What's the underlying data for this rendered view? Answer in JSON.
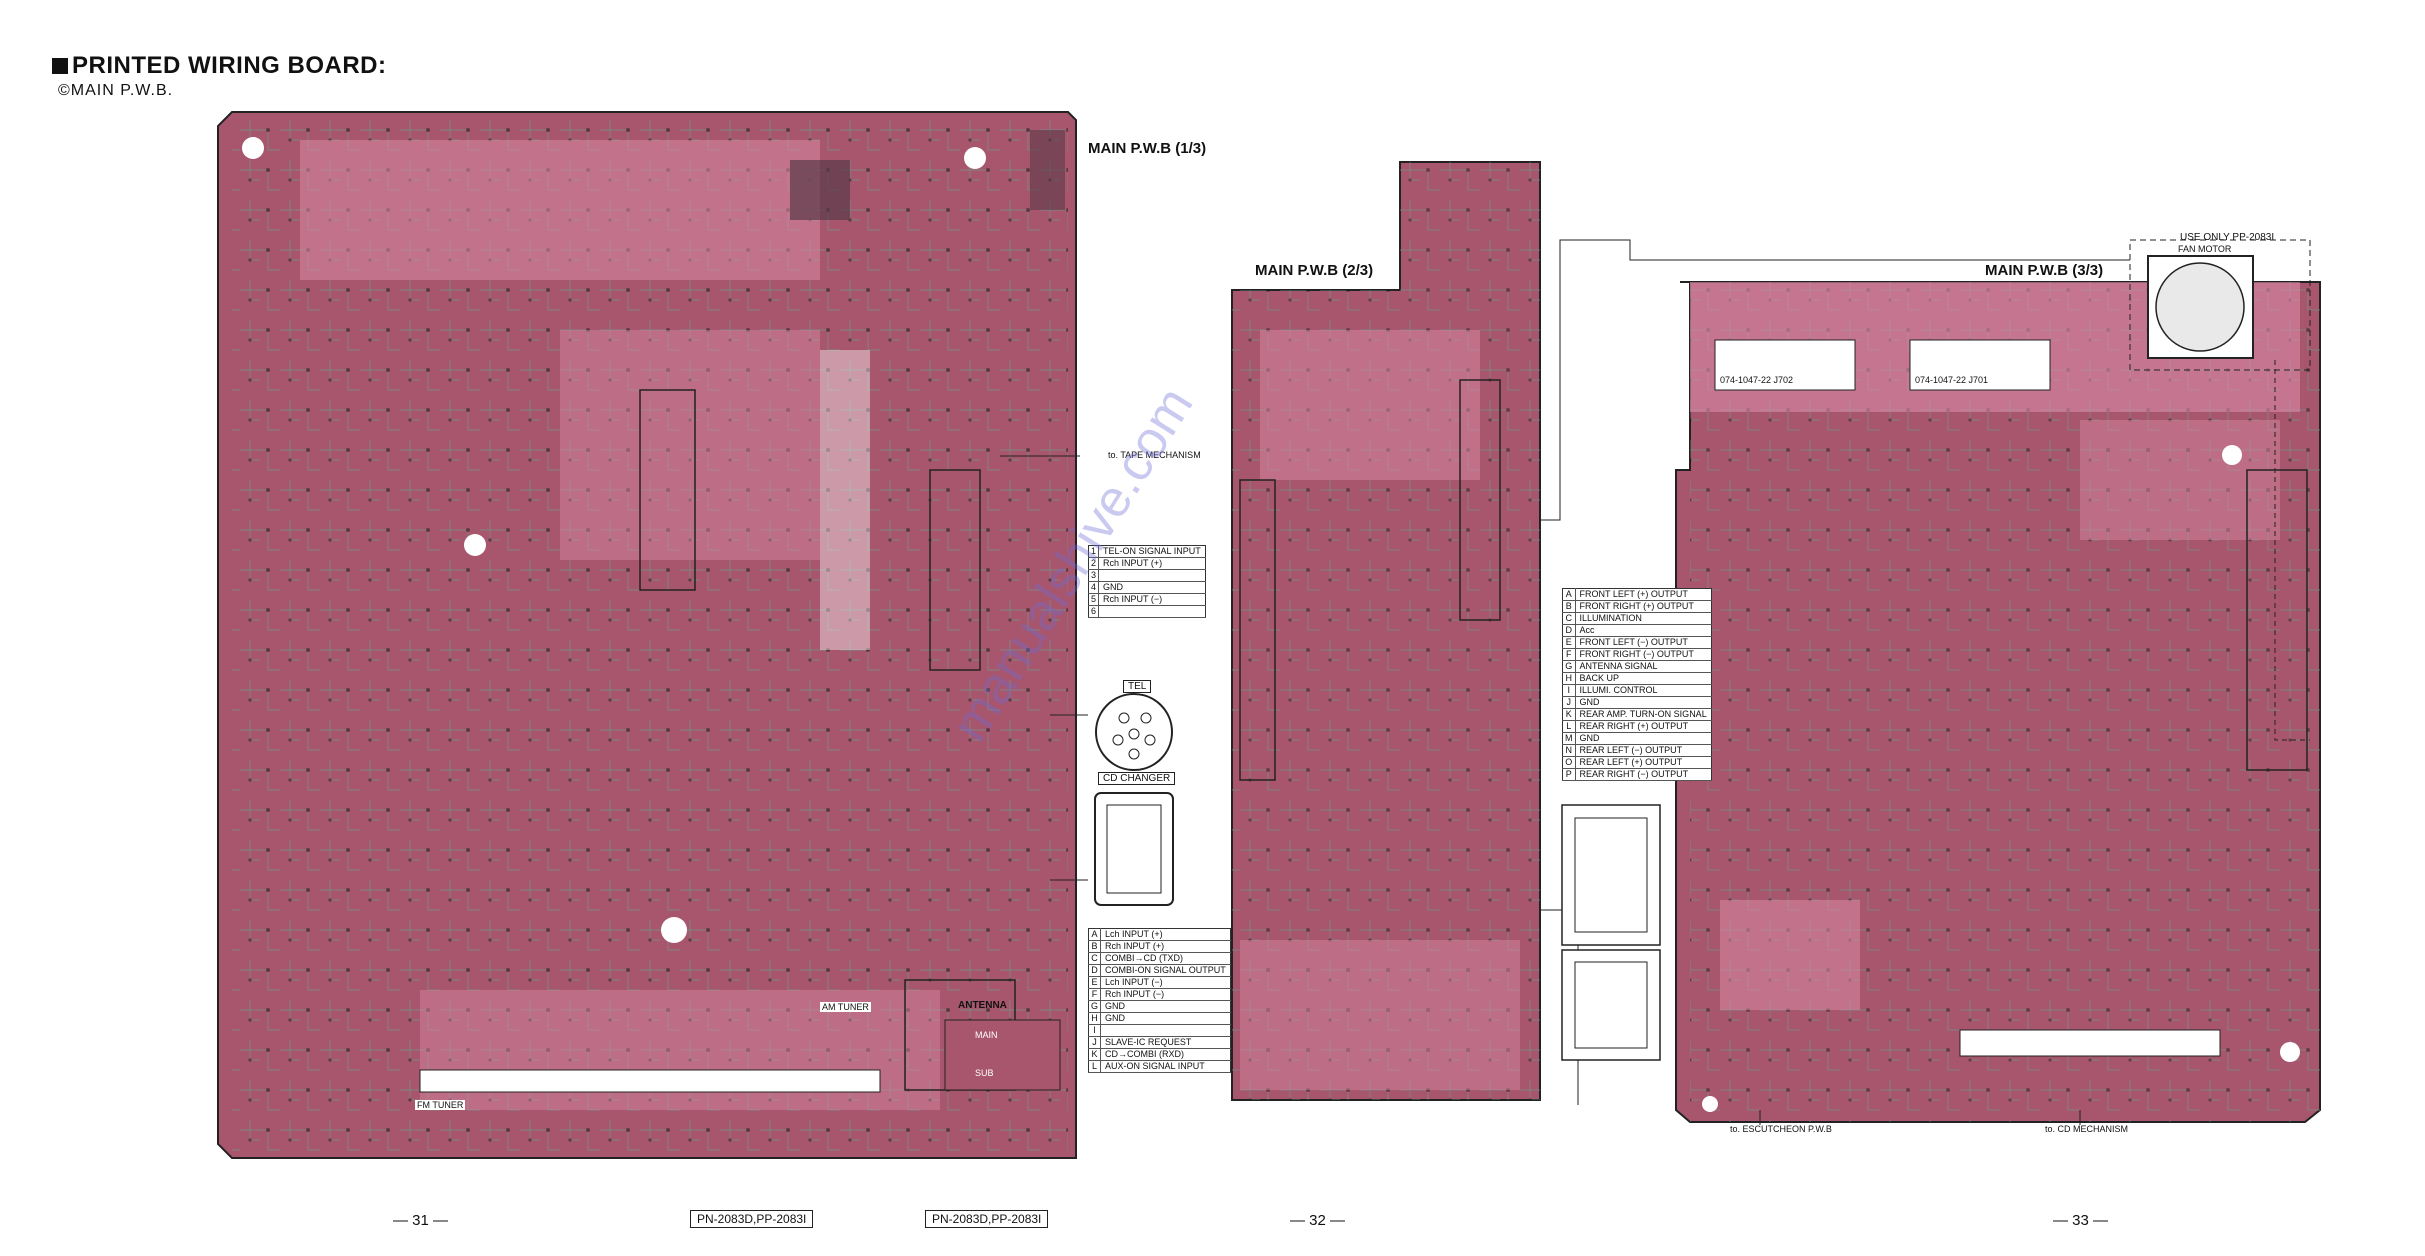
{
  "header": {
    "title": "PRINTED WIRING BOARD:",
    "subtitle": "©MAIN P.W.B."
  },
  "boards": {
    "b1": "MAIN P.W.B (1/3)",
    "b2": "MAIN P.W.B (2/3)",
    "b3": "MAIN P.W.B (3/3)"
  },
  "callouts": {
    "tape": "to. TAPE MECHANISM",
    "escutcheon": "to. ESCUTCHEON P.W.B",
    "cd_mech": "to. CD MECHANISM",
    "use_only": "USE ONLY PP-2083I",
    "fan_motor": "FAN MOTOR",
    "tel": "TEL",
    "cd_changer": "CD CHANGER",
    "antenna": "ANTENNA",
    "main": "MAIN",
    "sub": "SUB",
    "am_tuner": "AM TUNER",
    "fm_tuner": "FM TUNER",
    "conn_left": "074-1047-22  J702",
    "conn_right": "074-1047-22  J701"
  },
  "tel_table": [
    {
      "k": "1",
      "v": "TEL-ON SIGNAL INPUT"
    },
    {
      "k": "2",
      "v": "Rch INPUT (+)"
    },
    {
      "k": "3",
      "v": ""
    },
    {
      "k": "4",
      "v": "GND"
    },
    {
      "k": "5",
      "v": "Rch INPUT (−)"
    },
    {
      "k": "6",
      "v": ""
    }
  ],
  "cd_table": [
    {
      "k": "A",
      "v": "Lch INPUT (+)"
    },
    {
      "k": "B",
      "v": "Rch INPUT (+)"
    },
    {
      "k": "C",
      "v": "COMBI→CD (TXD)"
    },
    {
      "k": "D",
      "v": "COMBI-ON SIGNAL OUTPUT"
    },
    {
      "k": "E",
      "v": "Lch INPUT (−)"
    },
    {
      "k": "F",
      "v": "Rch INPUT (−)"
    },
    {
      "k": "G",
      "v": "GND"
    },
    {
      "k": "H",
      "v": "GND"
    },
    {
      "k": "I",
      "v": ""
    },
    {
      "k": "J",
      "v": "SLAVE-IC REQUEST"
    },
    {
      "k": "K",
      "v": "CD→COMBI (RXD)"
    },
    {
      "k": "L",
      "v": "AUX-ON SIGNAL INPUT"
    }
  ],
  "output_table": [
    {
      "k": "A",
      "v": "FRONT LEFT (+) OUTPUT"
    },
    {
      "k": "B",
      "v": "FRONT RIGHT (+) OUTPUT"
    },
    {
      "k": "C",
      "v": "ILLUMINATION"
    },
    {
      "k": "D",
      "v": "Acc"
    },
    {
      "k": "E",
      "v": "FRONT LEFT (−) OUTPUT"
    },
    {
      "k": "F",
      "v": "FRONT RIGHT (−) OUTPUT"
    },
    {
      "k": "G",
      "v": "ANTENNA SIGNAL"
    },
    {
      "k": "H",
      "v": "BACK UP"
    },
    {
      "k": "I",
      "v": "ILLUMI. CONTROL"
    },
    {
      "k": "J",
      "v": "GND"
    },
    {
      "k": "K",
      "v": "REAR AMP. TURN-ON SIGNAL"
    },
    {
      "k": "L",
      "v": "REAR RIGHT (+) OUTPUT"
    },
    {
      "k": "M",
      "v": "GND"
    },
    {
      "k": "N",
      "v": "REAR LEFT (−) OUTPUT"
    },
    {
      "k": "O",
      "v": "REAR LEFT (+) OUTPUT"
    },
    {
      "k": "P",
      "v": "REAR RIGHT (−) OUTPUT"
    }
  ],
  "footer": {
    "page_left": "— 31 —",
    "model_a": "PN-2083D,PP-2083I",
    "model_b": "PN-2083D,PP-2083I",
    "page_mid": "— 32 —",
    "page_right": "— 33 —"
  },
  "watermark": "manualshive.com",
  "colors": {
    "board": "#a8566e",
    "board_light": "#d98aa6",
    "trace": "#5e8f80",
    "outline": "#222222"
  }
}
